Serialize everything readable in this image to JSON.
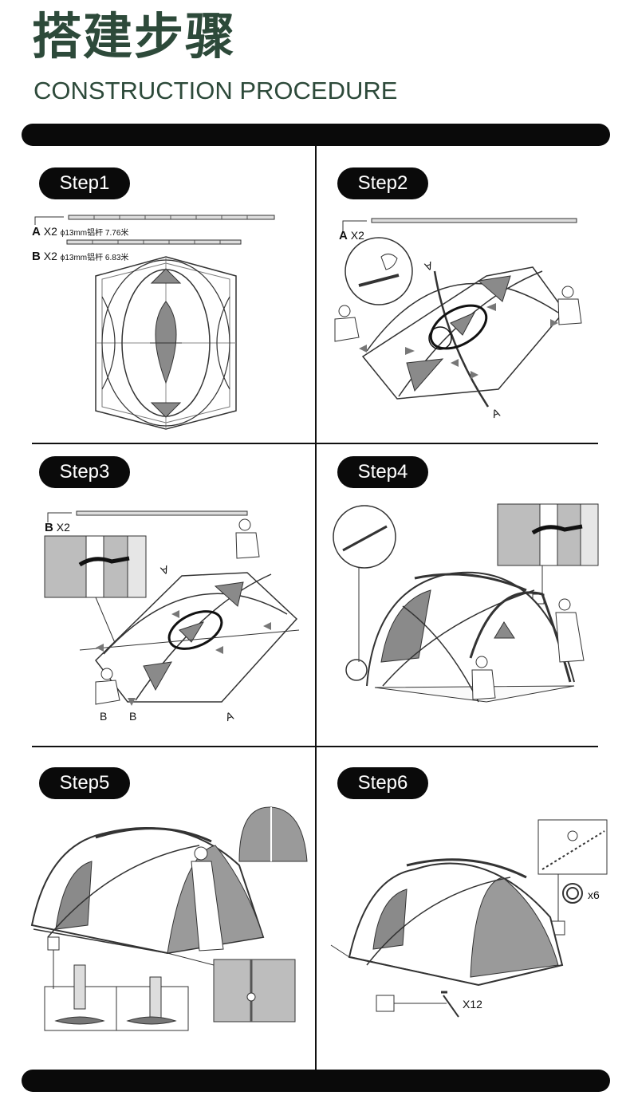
{
  "header": {
    "title_cn": "搭建步骤",
    "title_en": "CONSTRUCTION PROCEDURE"
  },
  "steps": [
    {
      "label": "Step1"
    },
    {
      "label": "Step2"
    },
    {
      "label": "Step3"
    },
    {
      "label": "Step4"
    },
    {
      "label": "Step5"
    },
    {
      "label": "Step6"
    }
  ],
  "step1": {
    "pole_a_letter": "A",
    "pole_a_qty": "X2",
    "pole_a_spec": "ϕ13mm铝杆 7.76米",
    "pole_b_letter": "B",
    "pole_b_qty": "X2",
    "pole_b_spec": "ϕ13mm铝杆 6.83米"
  },
  "step2": {
    "pole_letter": "A",
    "pole_qty": "X2",
    "marker_a1": "A",
    "marker_a2": "A"
  },
  "step3": {
    "pole_letter": "B",
    "pole_qty": "X2",
    "marker_a1": "A",
    "marker_a2": "A",
    "marker_b1": "B",
    "marker_b2": "B"
  },
  "step6": {
    "rope_qty": "x6",
    "stake_qty": "X12"
  },
  "colors": {
    "title_green": "#2d4a3a",
    "bar_black": "#0a0a0a",
    "mesh_gray": "#8a8a8a"
  }
}
